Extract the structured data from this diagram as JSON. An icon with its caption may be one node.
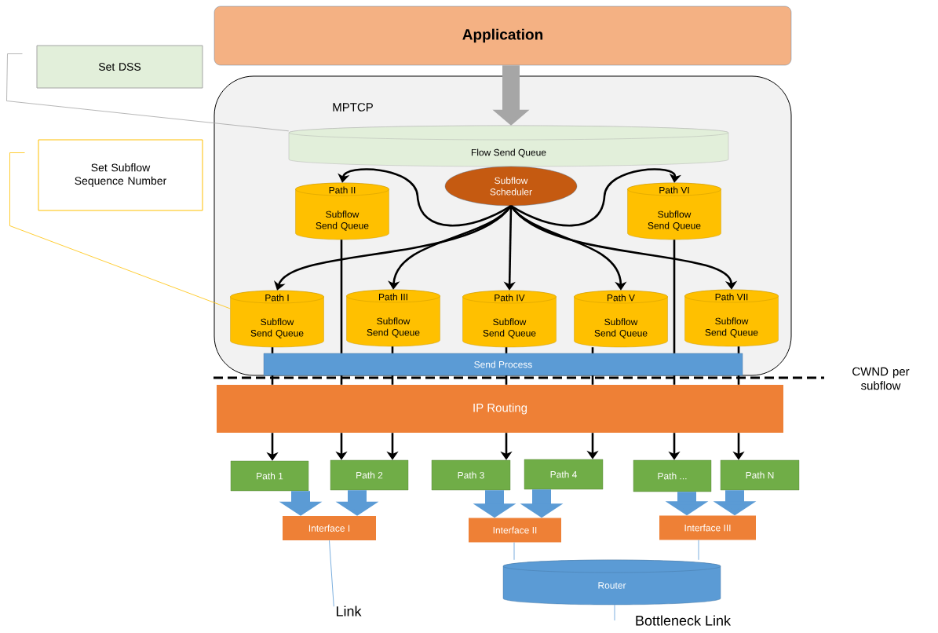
{
  "diagram": {
    "nodes": [
      {
        "text": [
          "Application"
        ]
      },
      {
        "text": [
          "Set DSS"
        ]
      },
      {
        "text": [
          "Set Subflow Sequence Number"
        ]
      },
      {
        "text": [
          "MPTCP"
        ]
      },
      {
        "text": [
          "Flow Send Queue"
        ],
        "in": 3
      },
      {
        "text": [
          "Subflow Scheduler"
        ],
        "in": 3
      },
      {
        "text": [
          "Path II",
          "Subflow Send Queue"
        ],
        "in": 3
      },
      {
        "text": [
          "Path VI",
          "Subflow Send Queue"
        ],
        "in": 3
      },
      {
        "text": [
          "Path I",
          "Subflow Send Queue"
        ],
        "in": 3
      },
      {
        "text": [
          "Path III",
          "Subflow Send Queue"
        ],
        "in": 3
      },
      {
        "text": [
          "Path IV",
          "Subflow Send Queue"
        ],
        "in": 3
      },
      {
        "text": [
          "Path V",
          "Subflow Send Queue"
        ],
        "in": 3
      },
      {
        "text": [
          "Path VII",
          "Subflow Send Queue"
        ],
        "in": 3
      },
      {
        "text": [
          "Send Process"
        ],
        "in": 3
      },
      {
        "text": [
          "IP Routing"
        ]
      },
      {
        "text": [
          "Path 1"
        ]
      },
      {
        "text": [
          "Path 2"
        ]
      },
      {
        "text": [
          "Path 3"
        ]
      },
      {
        "text": [
          "Path 4"
        ]
      },
      {
        "text": [
          "Path ..."
        ]
      },
      {
        "text": [
          "Path N"
        ]
      },
      {
        "text": [
          "Interface  I"
        ]
      },
      {
        "text": [
          "Interface  II"
        ]
      },
      {
        "text": [
          "Interface  III"
        ]
      },
      {
        "text": [
          "Router"
        ]
      },
      {
        "text": [
          "Link"
        ]
      },
      {
        "text": [
          "Bottleneck Link"
        ]
      }
    ],
    "edges": [
      {
        "from": 0,
        "to": 4,
        "arrow": "to",
        "style": "thick",
        "color": "#a6a6a6"
      },
      {
        "from": 1,
        "to": 4,
        "arrow": "none",
        "color": "#a5a5a5"
      },
      {
        "from": 2,
        "to": 8,
        "arrow": "none",
        "color": "#ffc000"
      },
      {
        "from": 5,
        "to": 6,
        "arrow": "to"
      },
      {
        "from": 5,
        "to": 7,
        "arrow": "to"
      },
      {
        "from": 5,
        "to": 8,
        "arrow": "to"
      },
      {
        "from": 5,
        "to": 9,
        "arrow": "to"
      },
      {
        "from": 5,
        "to": 10,
        "arrow": "to"
      },
      {
        "from": 5,
        "to": 11,
        "arrow": "to"
      },
      {
        "from": 5,
        "to": 12,
        "arrow": "to"
      },
      {
        "from": 8,
        "to": 13,
        "arrow": "none"
      },
      {
        "from": 6,
        "to": 13,
        "arrow": "none"
      },
      {
        "from": 9,
        "to": 13,
        "arrow": "none"
      },
      {
        "from": 10,
        "to": 13,
        "arrow": "none"
      },
      {
        "from": 11,
        "to": 13,
        "arrow": "none"
      },
      {
        "from": 7,
        "to": 13,
        "arrow": "none"
      },
      {
        "from": 12,
        "to": 13,
        "arrow": "none"
      },
      {
        "from": 13,
        "to": 14,
        "arrow": "none"
      },
      {
        "from": 13,
        "to": 14,
        "arrow": "none"
      },
      {
        "from": 13,
        "to": 14,
        "arrow": "none"
      },
      {
        "from": 13,
        "to": 14,
        "arrow": "none"
      },
      {
        "from": 13,
        "to": 14,
        "arrow": "none"
      },
      {
        "from": 13,
        "to": 14,
        "arrow": "none"
      },
      {
        "from": 13,
        "to": 14,
        "arrow": "none"
      },
      {
        "from": 14,
        "to": 15,
        "arrow": "to"
      },
      {
        "from": 14,
        "to": 16,
        "arrow": "to"
      },
      {
        "from": 14,
        "to": 16,
        "arrow": "to"
      },
      {
        "from": 14,
        "to": 17,
        "arrow": "to"
      },
      {
        "from": 14,
        "to": 18,
        "arrow": "to"
      },
      {
        "from": 14,
        "to": 19,
        "arrow": "to"
      },
      {
        "from": 14,
        "to": 20,
        "arrow": "to"
      },
      {
        "from": 15,
        "to": 21,
        "arrow": "to",
        "style": "thick",
        "color": "#5b9bd5"
      },
      {
        "from": 16,
        "to": 21,
        "arrow": "to",
        "style": "thick",
        "color": "#5b9bd5"
      },
      {
        "from": 17,
        "to": 22,
        "arrow": "to",
        "style": "thick",
        "color": "#5b9bd5"
      },
      {
        "from": 18,
        "to": 22,
        "arrow": "to",
        "style": "thick",
        "color": "#5b9bd5"
      },
      {
        "from": 19,
        "to": 23,
        "arrow": "to",
        "style": "thick",
        "color": "#5b9bd5"
      },
      {
        "from": 20,
        "to": 23,
        "arrow": "to",
        "style": "thick",
        "color": "#5b9bd5"
      },
      {
        "from": 21,
        "to": 25,
        "arrow": "none",
        "color": "#5b9bd5"
      },
      {
        "from": 22,
        "to": 24,
        "arrow": "none",
        "color": "#5b9bd5"
      },
      {
        "from": 23,
        "to": 24,
        "arrow": "none",
        "color": "#5b9bd5"
      },
      {
        "from": 24,
        "to": 26,
        "arrow": "none",
        "color": "#5b9bd5"
      }
    ],
    "labels": [
      "CWND per subflow"
    ]
  }
}
